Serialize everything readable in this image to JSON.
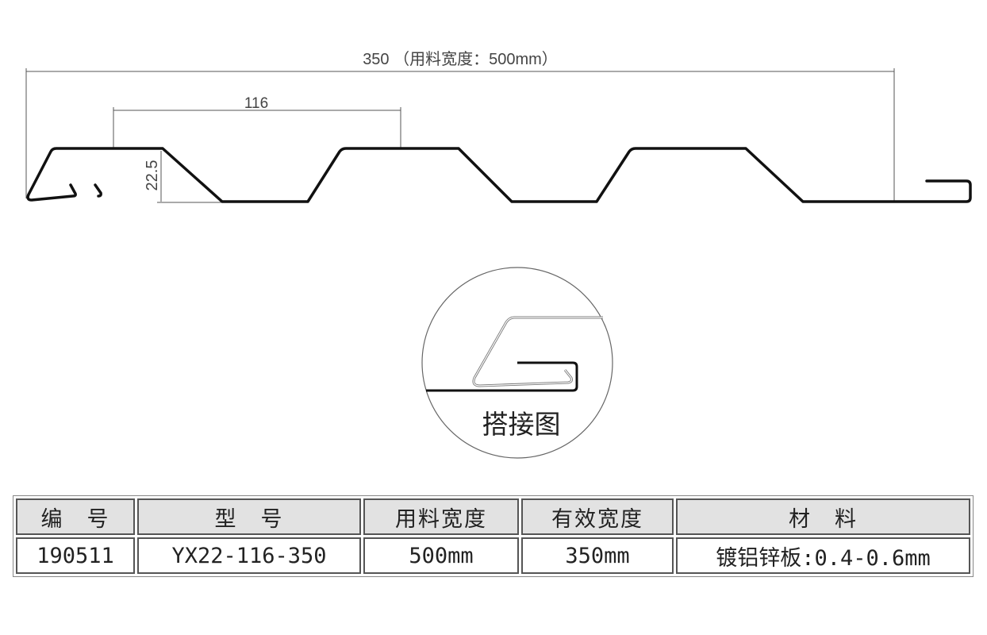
{
  "drawing": {
    "overall_dimension": "350 （用料宽度：500mm）",
    "pitch_dimension": "116",
    "height_dimension": "22.5",
    "detail_label": "搭接图"
  },
  "table": {
    "headers": [
      "编　号",
      "型　号",
      "用料宽度",
      "有效宽度",
      "材　料"
    ],
    "row": [
      "190511",
      "YX22-116-350",
      "500mm",
      "350mm",
      "镀铝锌板:0.4-0.6mm"
    ]
  }
}
